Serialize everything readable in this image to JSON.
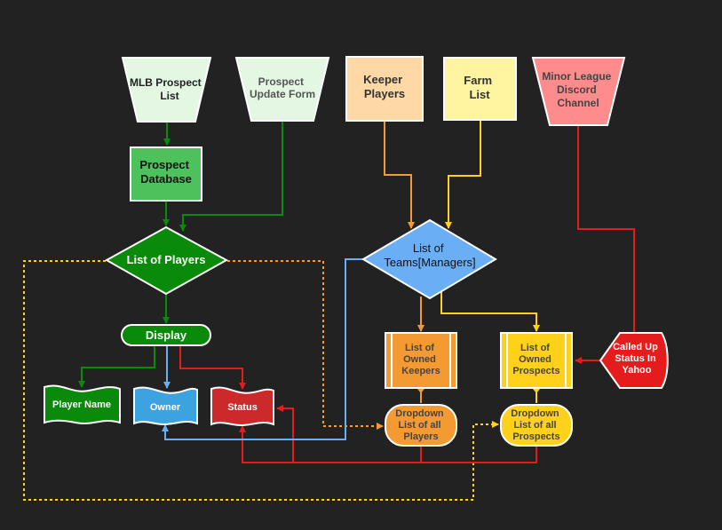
{
  "colors": {
    "background": "#222222",
    "green": "#0a8a0a",
    "light_green": "#e3f7e3",
    "mid_green": "#4cc15c",
    "blue": "#6aaef5",
    "orange": "#f39a33",
    "peach": "#ffd8a6",
    "yellow": "#ffd11a",
    "pale_yellow": "#fff4a0",
    "red": "#e41c1c",
    "pink": "#ff8c8c",
    "cyan": "#3da3e0"
  },
  "nodes": {
    "mlb_prospect_list": [
      "MLB Prospect",
      "List"
    ],
    "prospect_update_form": [
      "Prospect",
      "Update Form"
    ],
    "keeper_players": [
      "Keeper",
      "Players"
    ],
    "farm_list": [
      "Farm",
      "List"
    ],
    "minor_league_discord": [
      "Minor League",
      "Discord",
      "Channel"
    ],
    "prospect_database": [
      "Prospect",
      "Database"
    ],
    "list_of_players": "List of Players",
    "list_of_teams": [
      "List of",
      "Teams[Managers]"
    ],
    "display": "Display",
    "player_name": "Player Name",
    "owner": "Owner",
    "status": "Status",
    "owned_keepers": [
      "List of",
      "Owned",
      "Keepers"
    ],
    "owned_prospects": [
      "List of",
      "Owned",
      "Prospects"
    ],
    "called_up": [
      "Called Up",
      "Status In",
      "Yahoo"
    ],
    "dropdown_players": [
      "Dropdown",
      "List of all",
      "Players"
    ],
    "dropdown_prospects": [
      "Dropdown",
      "List of all",
      "Prospects"
    ]
  }
}
